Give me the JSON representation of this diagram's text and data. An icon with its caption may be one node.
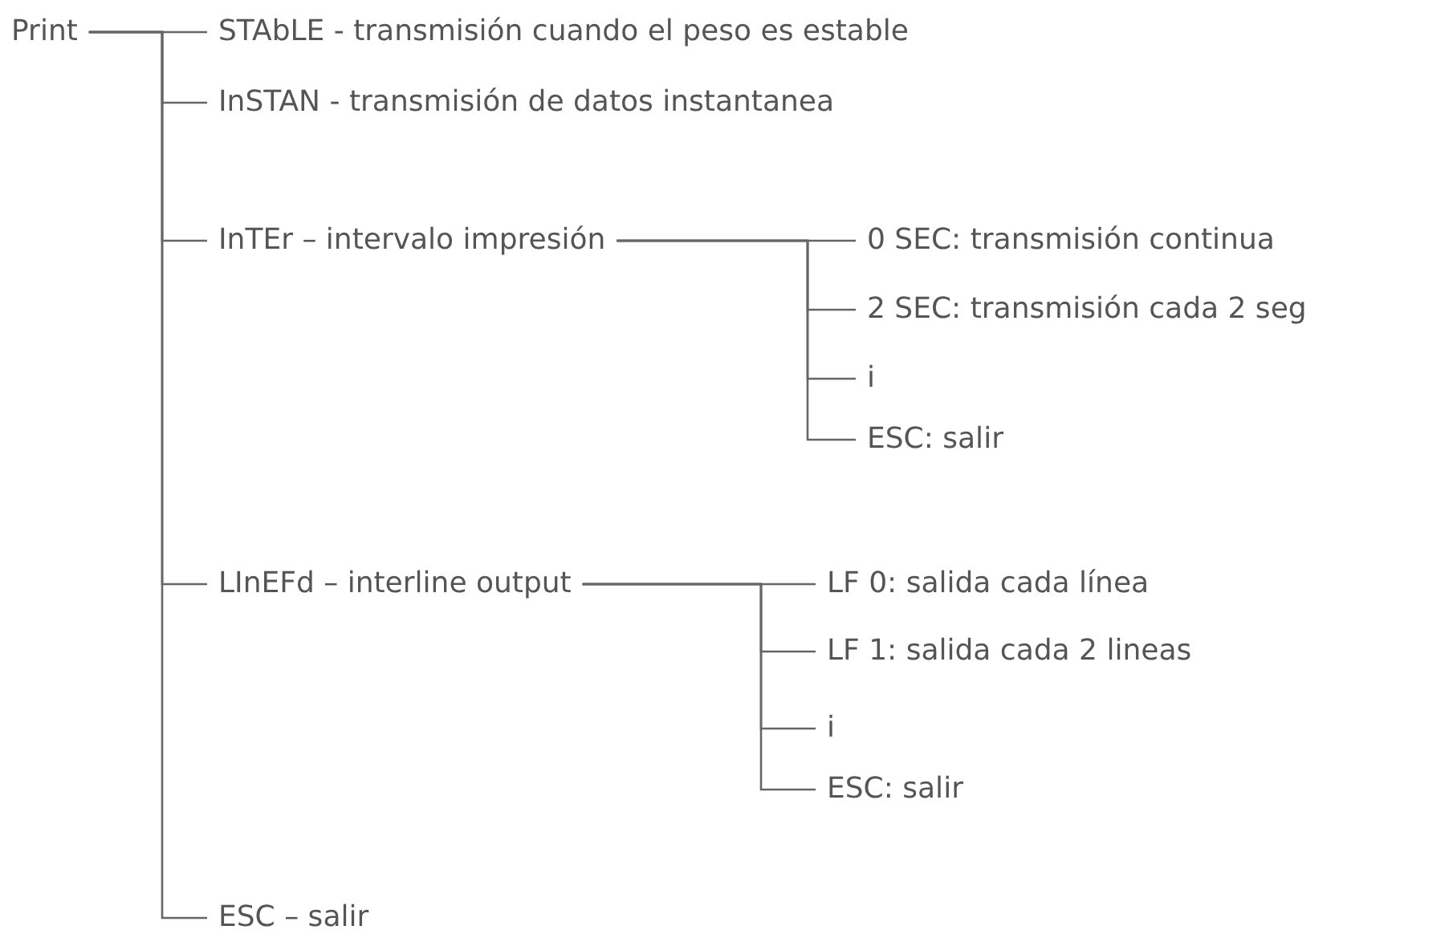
{
  "diagram": {
    "nodes": [
      {
        "text": [
          "Print"
        ]
      },
      {
        "text": [
          "STAbLE - transmisión cuando el peso es estable"
        ]
      },
      {
        "text": [
          "InSTAN - transmisión de datos instantanea"
        ]
      },
      {
        "text": [
          "InTEr – intervalo impresión"
        ]
      },
      {
        "text": [
          "0 SEC: transmisión continua"
        ]
      },
      {
        "text": [
          "2 SEC: transmisión cada 2 seg"
        ]
      },
      {
        "text": [
          "i"
        ]
      },
      {
        "text": [
          "ESC: salir"
        ]
      },
      {
        "text": [
          "LInEFd – interline output"
        ]
      },
      {
        "text": [
          "LF 0: salida cada línea"
        ]
      },
      {
        "text": [
          "LF 1: salida cada 2 lineas"
        ]
      },
      {
        "text": [
          "i"
        ]
      },
      {
        "text": [
          "ESC: salir"
        ]
      },
      {
        "text": [
          "ESC – salir"
        ]
      }
    ],
    "edges": [
      {
        "from": 0,
        "to": 1,
        "arrow": "none"
      },
      {
        "from": 0,
        "to": 2,
        "arrow": "none"
      },
      {
        "from": 0,
        "to": 3,
        "arrow": "none"
      },
      {
        "from": 3,
        "to": 4,
        "arrow": "none"
      },
      {
        "from": 3,
        "to": 5,
        "arrow": "none"
      },
      {
        "from": 3,
        "to": 6,
        "arrow": "none"
      },
      {
        "from": 3,
        "to": 7,
        "arrow": "none"
      },
      {
        "from": 0,
        "to": 8,
        "arrow": "none"
      },
      {
        "from": 8,
        "to": 9,
        "arrow": "none"
      },
      {
        "from": 8,
        "to": 10,
        "arrow": "none"
      },
      {
        "from": 8,
        "to": 11,
        "arrow": "none"
      },
      {
        "from": 8,
        "to": 12,
        "arrow": "none"
      },
      {
        "from": 0,
        "to": 13,
        "arrow": "none"
      }
    ]
  }
}
